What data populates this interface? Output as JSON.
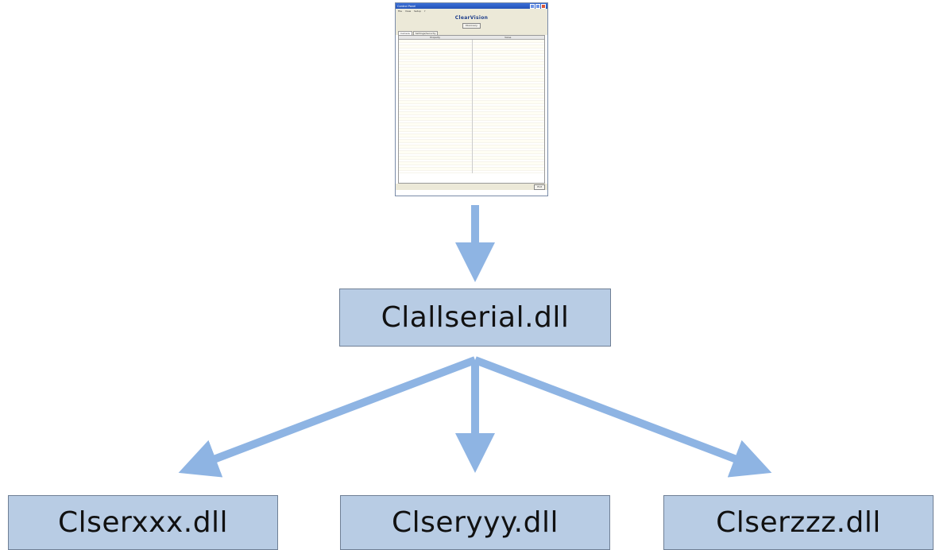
{
  "diagram": {
    "thumbnail": {
      "window_title": "Control Panel",
      "menu": [
        "File",
        "View",
        "Setup",
        "?"
      ],
      "logo": "ClearVision",
      "button": "Discovery",
      "tabs": [
        "Camera",
        "Settings/Security"
      ],
      "columns": [
        "Property",
        "Value"
      ],
      "status": "Exit"
    },
    "root": {
      "label": "Clallserial.dll"
    },
    "children": [
      {
        "label": "Clserxxx.dll"
      },
      {
        "label": "Clseryyy.dll"
      },
      {
        "label": "Clserzzz.dll"
      }
    ],
    "colors": {
      "box_fill": "#b8cce4",
      "box_border": "#6f7f95",
      "arrow": "#8eb4e3"
    }
  }
}
